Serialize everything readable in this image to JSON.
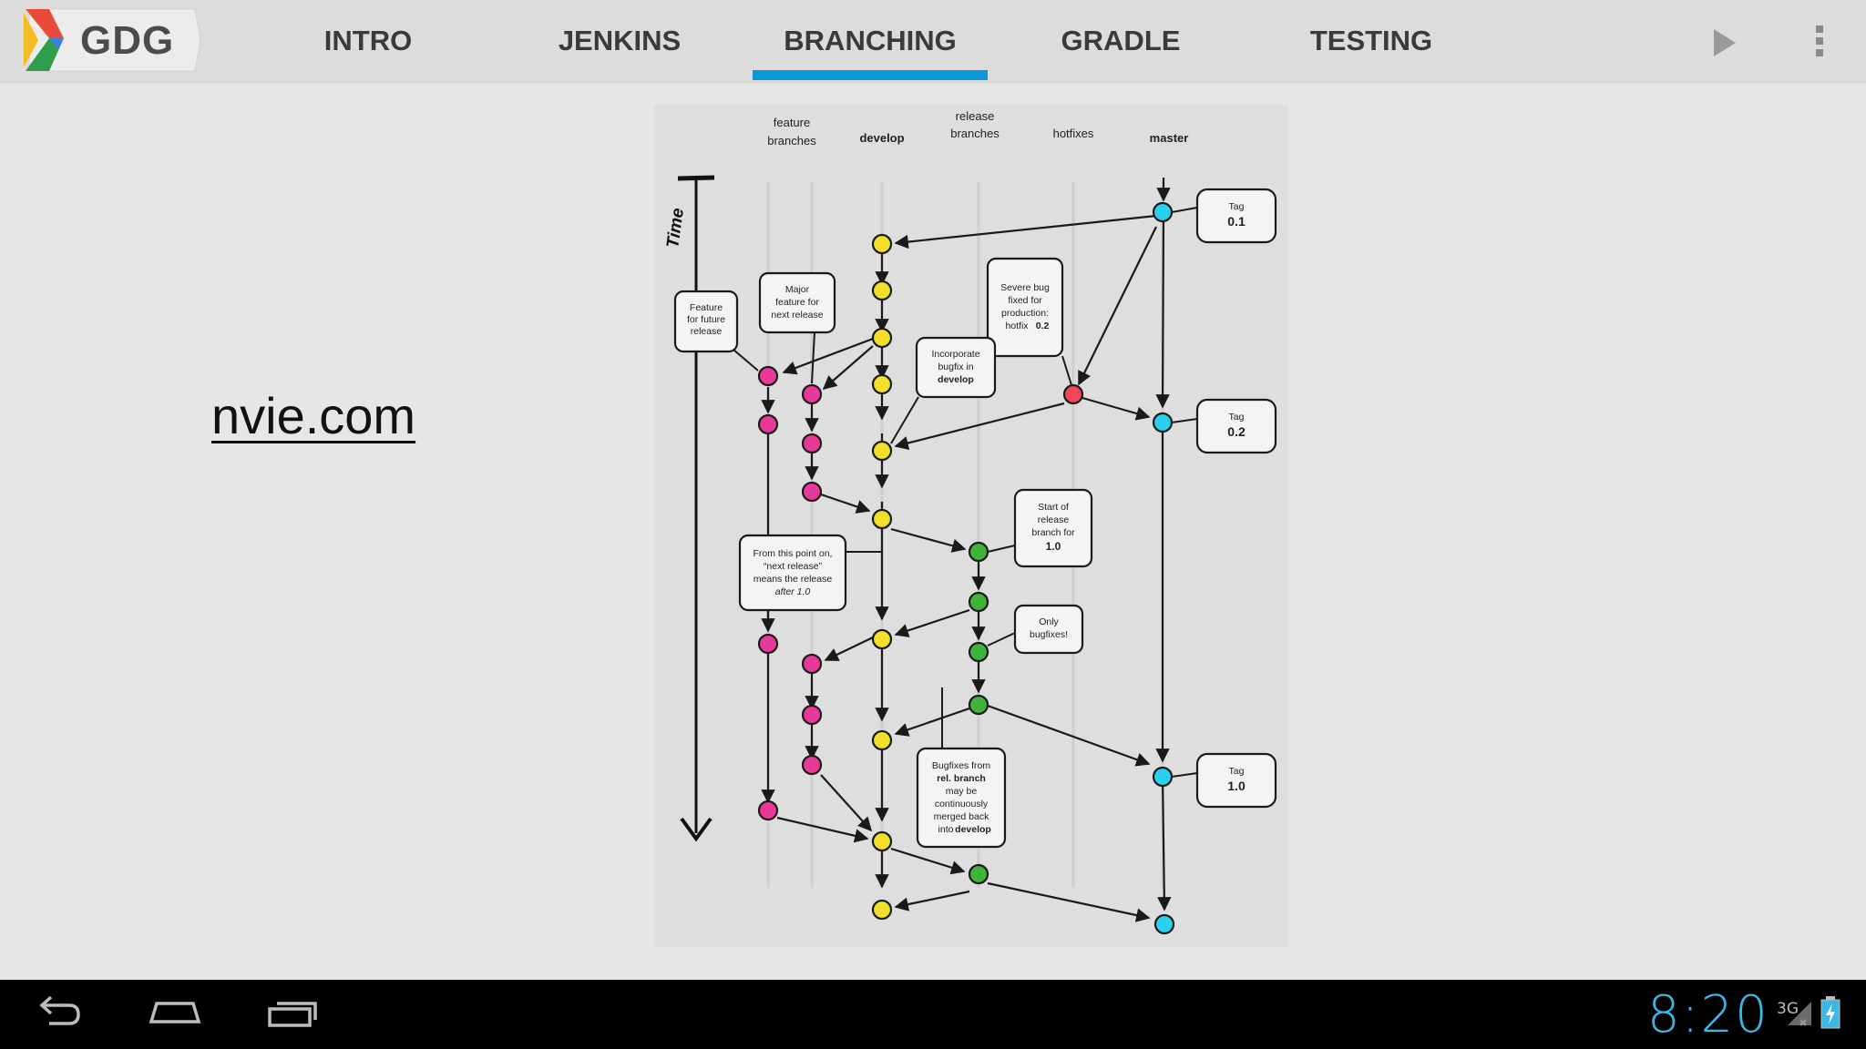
{
  "app": {
    "logo_text": "GDG"
  },
  "tabs": [
    {
      "label": "INTRO",
      "active": false
    },
    {
      "label": "JENKINS",
      "active": false
    },
    {
      "label": "BRANCHING",
      "active": true
    },
    {
      "label": "GRADLE",
      "active": false
    },
    {
      "label": "TESTING",
      "active": false
    }
  ],
  "content": {
    "link_text": "nvie.com"
  },
  "diagram": {
    "column_headers": {
      "feature_1": "feature",
      "feature_2": "branches",
      "develop": "develop",
      "release_1": "release",
      "release_2": "branches",
      "hotfixes": "hotfixes",
      "master": "master"
    },
    "time_label": "Time",
    "notes": {
      "feature_future": [
        "Feature",
        "for future",
        "release"
      ],
      "major_feature": [
        "Major",
        "feature for",
        "next release"
      ],
      "severe_bug": [
        "Severe bug",
        "fixed for",
        "production:"
      ],
      "severe_bug_last": "hotfix",
      "severe_bug_ver": "0.2",
      "incorporate": [
        "Incorporate",
        "bugfix in"
      ],
      "incorporate_bold": "develop",
      "start_release": [
        "Start of",
        "release",
        "branch for"
      ],
      "start_release_ver": "1.0",
      "next_release": [
        "From this point on,",
        "“next release”",
        "means the release"
      ],
      "next_release_last": "after 1.0",
      "only_bugfixes": [
        "Only",
        "bugfixes!"
      ],
      "bugfixes_from": "Bugfixes from",
      "bugfixes_bold": "rel. branch",
      "bugfixes_rest": [
        "may be",
        "continuously",
        "merged back",
        "into"
      ],
      "bugfixes_last": "develop"
    },
    "tags": [
      {
        "label": "Tag",
        "version": "0.1"
      },
      {
        "label": "Tag",
        "version": "0.2"
      },
      {
        "label": "Tag",
        "version": "1.0"
      }
    ],
    "colors": {
      "feature": "#e8399a",
      "develop": "#f2df2a",
      "release": "#3fb33a",
      "hotfix": "#f0455a",
      "master": "#2ad1ee"
    }
  },
  "system_bar": {
    "clock": "8:20",
    "network": "3G",
    "icons": [
      "back-icon",
      "home-icon",
      "recents-icon",
      "signal-icon",
      "battery-icon"
    ]
  },
  "theme": {
    "accent": "#0b96d8",
    "clock": "#3db7e6"
  }
}
